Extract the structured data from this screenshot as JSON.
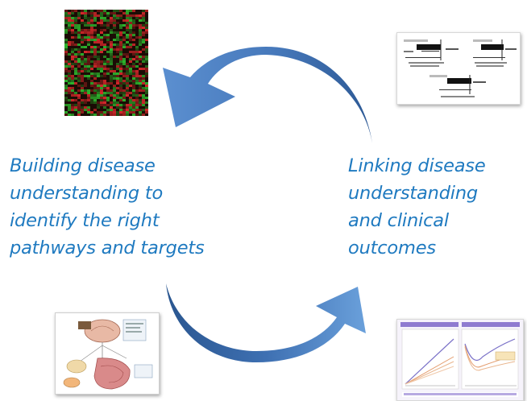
{
  "diagram": {
    "left_caption": "Building disease\nunderstanding to\nidentify the right\npathways and targets",
    "right_caption": "Linking disease\nunderstanding\nand clinical\noutcomes",
    "colors": {
      "caption_text": "#1f7ac0",
      "arrow_dark": "#2d5a9a",
      "arrow_light": "#6fa3dc",
      "heatmap_red": "#d5282b",
      "heatmap_green": "#2db52d"
    },
    "thumbnails": [
      {
        "id": "gene-expression-heatmap",
        "kind": "heatmap"
      },
      {
        "id": "forest-plot",
        "kind": "forest-plot"
      },
      {
        "id": "anatomy-illustration",
        "kind": "illustration"
      },
      {
        "id": "clinical-outcome-curves",
        "kind": "line-chart"
      }
    ]
  }
}
